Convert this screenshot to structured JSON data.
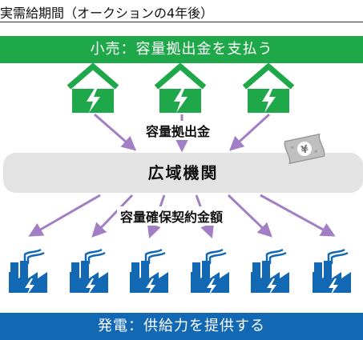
{
  "header": {
    "title": "実需給期間（オークションの4年後）"
  },
  "retail_banner": {
    "label": "小売：容量拠出金を支払う"
  },
  "org": {
    "label": "広域機関"
  },
  "flows": {
    "contribution_label": "容量拠出金",
    "contract_label": "容量確保契約金額"
  },
  "generation_banner": {
    "label": "発電：供給力を提供する"
  },
  "money": {
    "symbol": "¥"
  },
  "colors": {
    "green": "#1ea84a",
    "blue": "#1368b3",
    "arrow": "#a27fc4",
    "pill": "#e3e3e3",
    "money": "#bfbfbf"
  },
  "icons": {
    "house": "house-with-lightning-icon",
    "factory": "factory-with-lightning-icon",
    "money": "banknote-icon"
  }
}
